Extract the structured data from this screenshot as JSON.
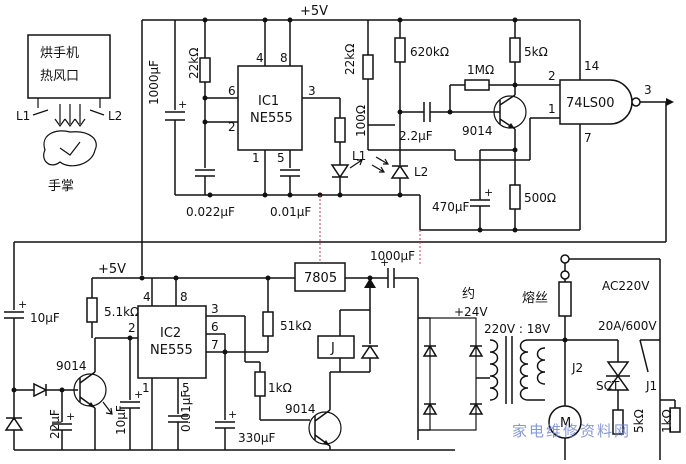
{
  "labels": {
    "vcc_top": "+5V",
    "vcc_bottom": "+5V",
    "dryer": "烘手机",
    "hot_air": "热风口",
    "palm": "手掌",
    "l1_sensor": "L1",
    "l2_sensor": "L2",
    "ic1_name": "IC1",
    "ic1_type": "NE555",
    "ic1_pin4": "4",
    "ic1_pin8": "8",
    "ic1_pin6": "6",
    "ic1_pin2": "2",
    "ic1_pin3": "3",
    "ic1_pin1": "1",
    "ic1_pin5": "5",
    "r_22k_a": "22kΩ",
    "r_22k_b": "22kΩ",
    "c_1000u_top": "1000μF",
    "c_0022u": "0.022μF",
    "c_001u_top": "0.01μF",
    "r_100": "100Ω",
    "led_l1": "L1",
    "pd_l2": "L2",
    "r_620k": "620kΩ",
    "r_1m": "1MΩ",
    "r_5k": "5kΩ",
    "c_22u": "2.2μF",
    "q_9014_top": "9014",
    "c_470u": "470μF",
    "r_500": "500Ω",
    "gate_type": "74LS00",
    "gate_pin14": "14",
    "gate_pin2": "2",
    "gate_pin1": "1",
    "gate_pin7": "7",
    "gate_pin3": "3",
    "c_10u_left": "10μF",
    "q_9014_left": "9014",
    "c_22u_bottom": "22μF",
    "r_51k_small": "5.1kΩ",
    "ic2_name": "IC2",
    "ic2_type": "NE555",
    "ic2_pin4": "4",
    "ic2_pin8": "8",
    "ic2_pin2": "2",
    "ic2_pin3": "3",
    "ic2_pin6": "6",
    "ic2_pin7": "7",
    "ic2_pin1": "1",
    "ic2_pin5": "5",
    "c_10u_ic2": "10μF",
    "c_001u_ic2": "0.01μF",
    "c_330u": "330μF",
    "r_51k": "51kΩ",
    "r_1k": "1kΩ",
    "q_9014_bottom": "9014",
    "regulator": "7805",
    "c_1000u_reg": "1000μF",
    "relay_j": "J",
    "approx": "约",
    "v_24": "+24V",
    "transformer": "220V : 18V",
    "fuse": "熔丝",
    "ac": "AC220V",
    "triac_rating": "20A/600V",
    "relay_j2": "J2",
    "scr": "SCT",
    "relay_j1": "J1",
    "motor": "M",
    "r_5k_bottom": "5kΩ",
    "r_1k_right": "1kΩ",
    "watermark": "家电维修资料网"
  }
}
